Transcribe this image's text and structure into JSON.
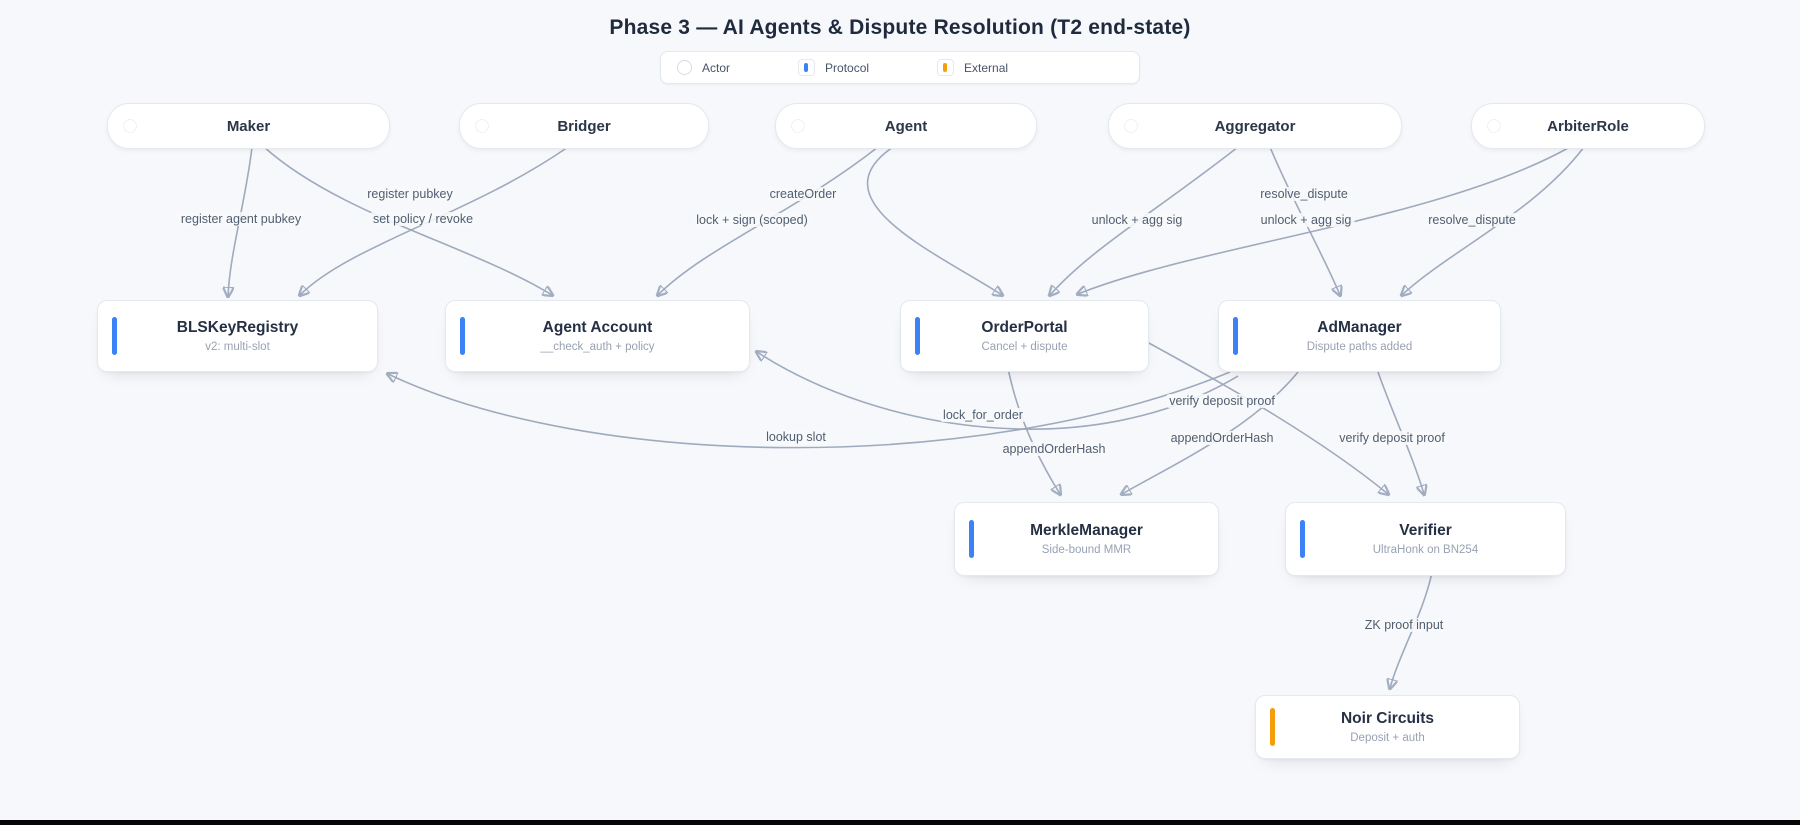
{
  "title": "Phase 3 — AI Agents & Dispute Resolution (T2 end-state)",
  "legend": {
    "actor": "Actor",
    "protocol": "Protocol",
    "external": "External"
  },
  "colors": {
    "protocol_accent": "#3b82f6",
    "external_accent": "#f59e0b",
    "edge_line": "#9aa6ba",
    "background": "#f7f8fb"
  },
  "actors": [
    {
      "label": "Maker"
    },
    {
      "label": "Bridger"
    },
    {
      "label": "Agent"
    },
    {
      "label": "Aggregator"
    },
    {
      "label": "ArbiterRole"
    }
  ],
  "nodes": {
    "bls_key_registry": {
      "title": "BLSKeyRegistry",
      "subtitle": "v2: multi-slot",
      "kind": "protocol"
    },
    "agent_account": {
      "title": "Agent Account",
      "subtitle": "__check_auth + policy",
      "kind": "protocol"
    },
    "order_portal": {
      "title": "OrderPortal",
      "subtitle": "Cancel + dispute",
      "kind": "protocol"
    },
    "ad_manager": {
      "title": "AdManager",
      "subtitle": "Dispute paths added",
      "kind": "protocol"
    },
    "merkle_manager": {
      "title": "MerkleManager",
      "subtitle": "Side-bound MMR",
      "kind": "protocol"
    },
    "verifier": {
      "title": "Verifier",
      "subtitle": "UltraHonk on BN254",
      "kind": "protocol"
    },
    "noir_circuits": {
      "title": "Noir Circuits",
      "subtitle": "Deposit + auth",
      "kind": "external"
    }
  },
  "edge_labels": {
    "register_agent_pubkey": "register agent pubkey",
    "register_pubkey": "register pubkey",
    "set_policy_revoke": "set policy / revoke",
    "create_order": "createOrder",
    "lock_sign_scoped": "lock + sign (scoped)",
    "unlock_agg_sig_portal": "unlock + agg sig",
    "unlock_agg_sig_admanager": "unlock + agg sig",
    "resolve_dispute_portal": "resolve_dispute",
    "resolve_dispute_admanager": "resolve_dispute",
    "lookup_slot": "lookup slot",
    "lock_for_order": "lock_for_order",
    "verify_deposit_proof_1": "verify deposit proof",
    "verify_deposit_proof_2": "verify deposit proof",
    "append_order_hash_1": "appendOrderHash",
    "append_order_hash_2": "appendOrderHash",
    "zk_proof_input": "ZK proof input"
  }
}
